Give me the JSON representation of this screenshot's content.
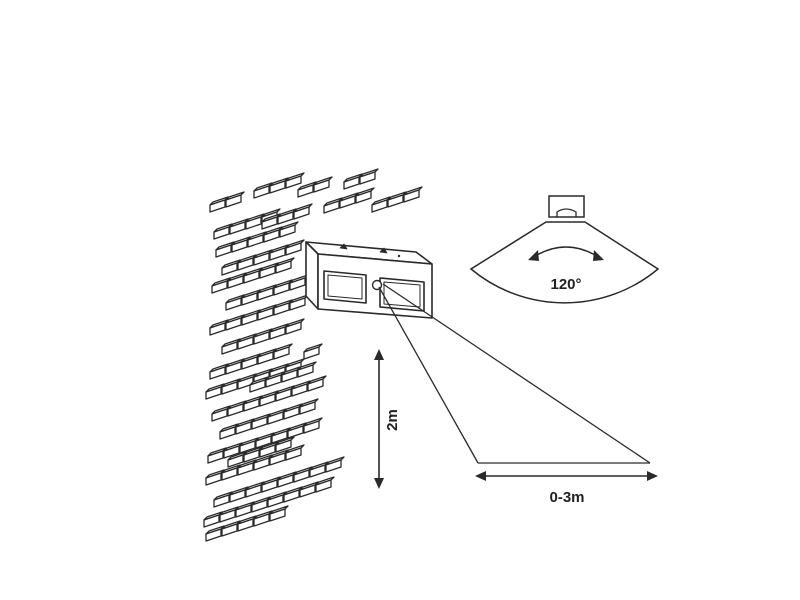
{
  "labels": {
    "angle": "120°",
    "height": "2m",
    "range": "0-3m"
  },
  "colors": {
    "stroke": "#2a2a2a",
    "background": "#ffffff"
  }
}
